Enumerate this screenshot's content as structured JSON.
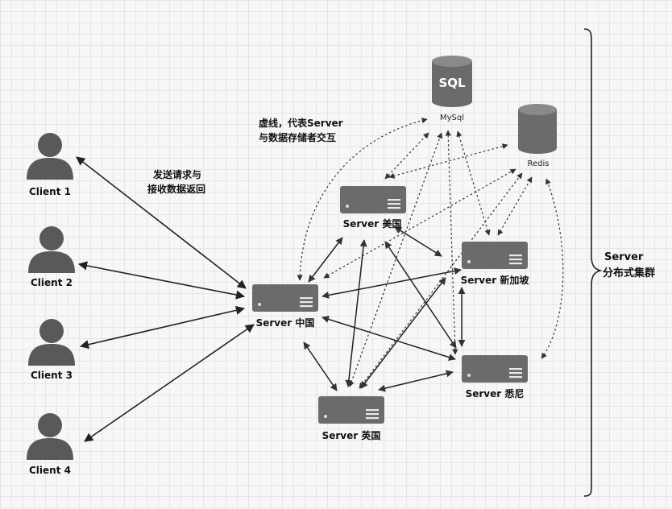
{
  "clients": [
    {
      "label": "Client 1"
    },
    {
      "label": "Client 2"
    },
    {
      "label": "Client 3"
    },
    {
      "label": "Client 4"
    }
  ],
  "servers": {
    "china": "Server 中国",
    "usa": "Server 美国",
    "singapore": "Server 新加坡",
    "australia": "Server 悉尼",
    "uk": "Server 英国"
  },
  "storage": {
    "mysql_icon_text": "SQL",
    "mysql_label": "MySql",
    "redis_label": "Redis"
  },
  "annotations": {
    "request_line1": "发送请求与",
    "request_line2": "接收数据返回",
    "dashed_line1": "虚线，代表Server",
    "dashed_line2": "与数据存储者交互"
  },
  "cluster": {
    "title": "Server",
    "subtitle": "分布式集群"
  }
}
